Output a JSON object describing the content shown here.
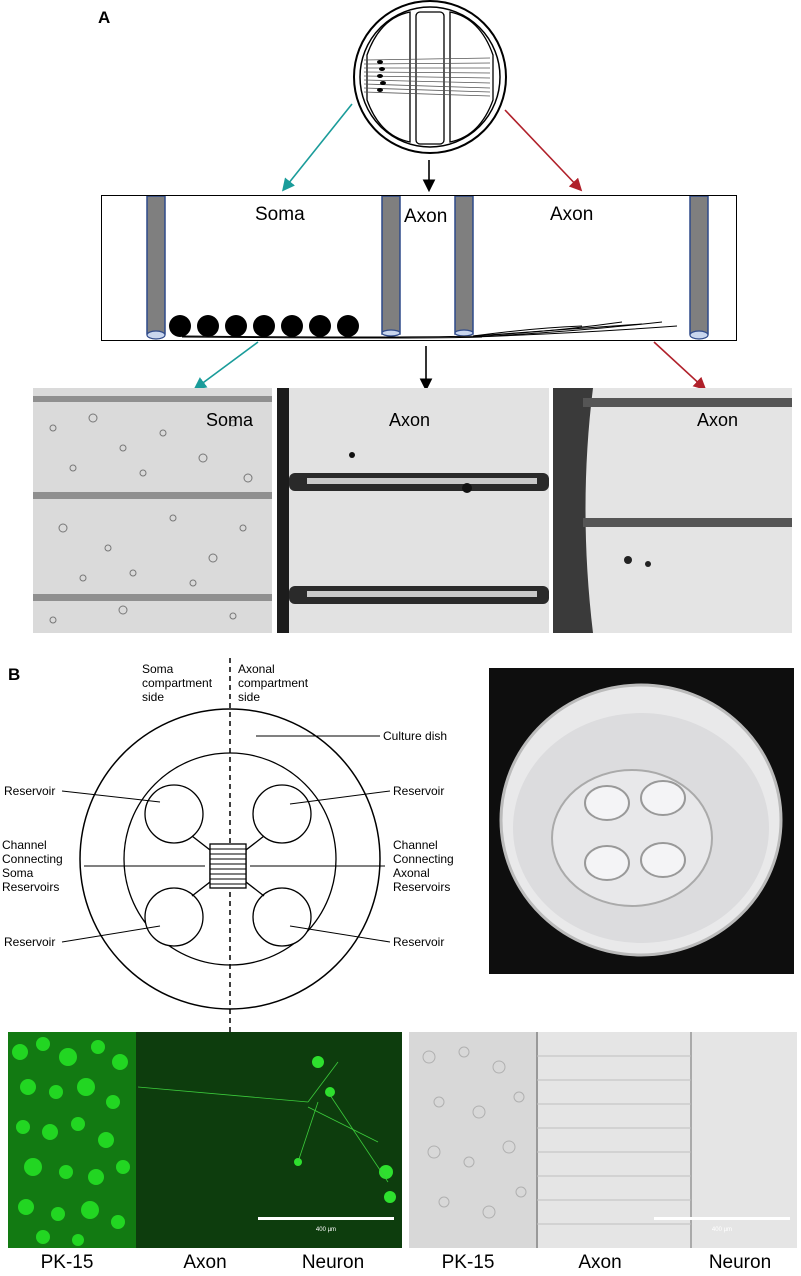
{
  "panel_a": {
    "letter": "A",
    "schematic": {
      "soma": "Soma",
      "axon_mid": "Axon",
      "axon_right": "Axon"
    },
    "micrographs": [
      {
        "label": "Soma"
      },
      {
        "label": "Axon"
      },
      {
        "label": "Axon"
      }
    ],
    "colors": {
      "teal_arrow": "#1a9c9a",
      "red_arrow": "#b0202a",
      "pillar": "#7f7f7f",
      "pillar_border": "#2f4a8a"
    }
  },
  "panel_b": {
    "letter": "B",
    "side_left": "Soma compartment side",
    "side_left_lines": [
      "Soma",
      "compartment",
      "side"
    ],
    "side_right_lines": [
      "Axonal",
      "compartment",
      "side"
    ],
    "culture_dish": "Culture dish",
    "reservoir_tl": "Reservoir",
    "reservoir_tr": "Reservoir",
    "reservoir_bl": "Reservoir",
    "reservoir_br": "Reservoir",
    "left_channel_lines": [
      "Channel",
      "Connecting",
      "Soma",
      "Reservoirs"
    ],
    "right_channel_lines": [
      "Channel",
      "Connecting",
      "Axonal",
      "Reservoirs"
    ],
    "fluorescence_labels": [
      "PK-15",
      "Axon",
      "Neuron"
    ],
    "brightfield_labels": [
      "PK-15",
      "Axon",
      "Neuron"
    ],
    "scale_bar_text": "400 µm",
    "colors": {
      "fluor_green": "#22d622",
      "fluor_bg": "#0a3a0a"
    }
  }
}
